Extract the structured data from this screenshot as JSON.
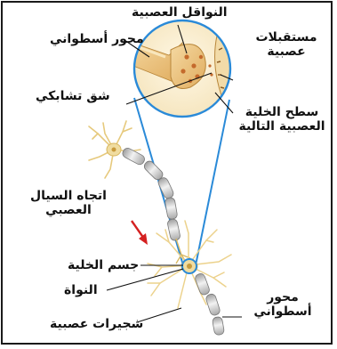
{
  "labels": {
    "neurotransmitters": "النواقل العصبية",
    "axon_top": "محور أسطواني",
    "receptors_line1": "مستقبلات",
    "receptors_line2": "عصبية",
    "synaptic_cleft": "شق تشابكي",
    "surface_line1": "سطح الخلية",
    "surface_line2": "العصبية التالية",
    "impulse_line1": "اتجاه السيال",
    "impulse_line2": "العصبي",
    "cell_body": "جسم الخلية",
    "nucleus": "النواة",
    "dendrites": "شجيرات عصبية",
    "axon_bottom_line1": "محور",
    "axon_bottom_line2": "أسطواني"
  },
  "colors": {
    "frame": "#1a1a1a",
    "zoom_circle": "#2a8ad8",
    "cone_lines": "#2a8ad8",
    "terminal": "#e8bc72",
    "terminal_inner": "#f3d79e",
    "neuron": "#f0dca0",
    "myelin": "#d8d8d8",
    "arrow": "#d42020",
    "leader": "#111111"
  },
  "icons": {
    "impulse_arrow": "red-down-arrow"
  }
}
